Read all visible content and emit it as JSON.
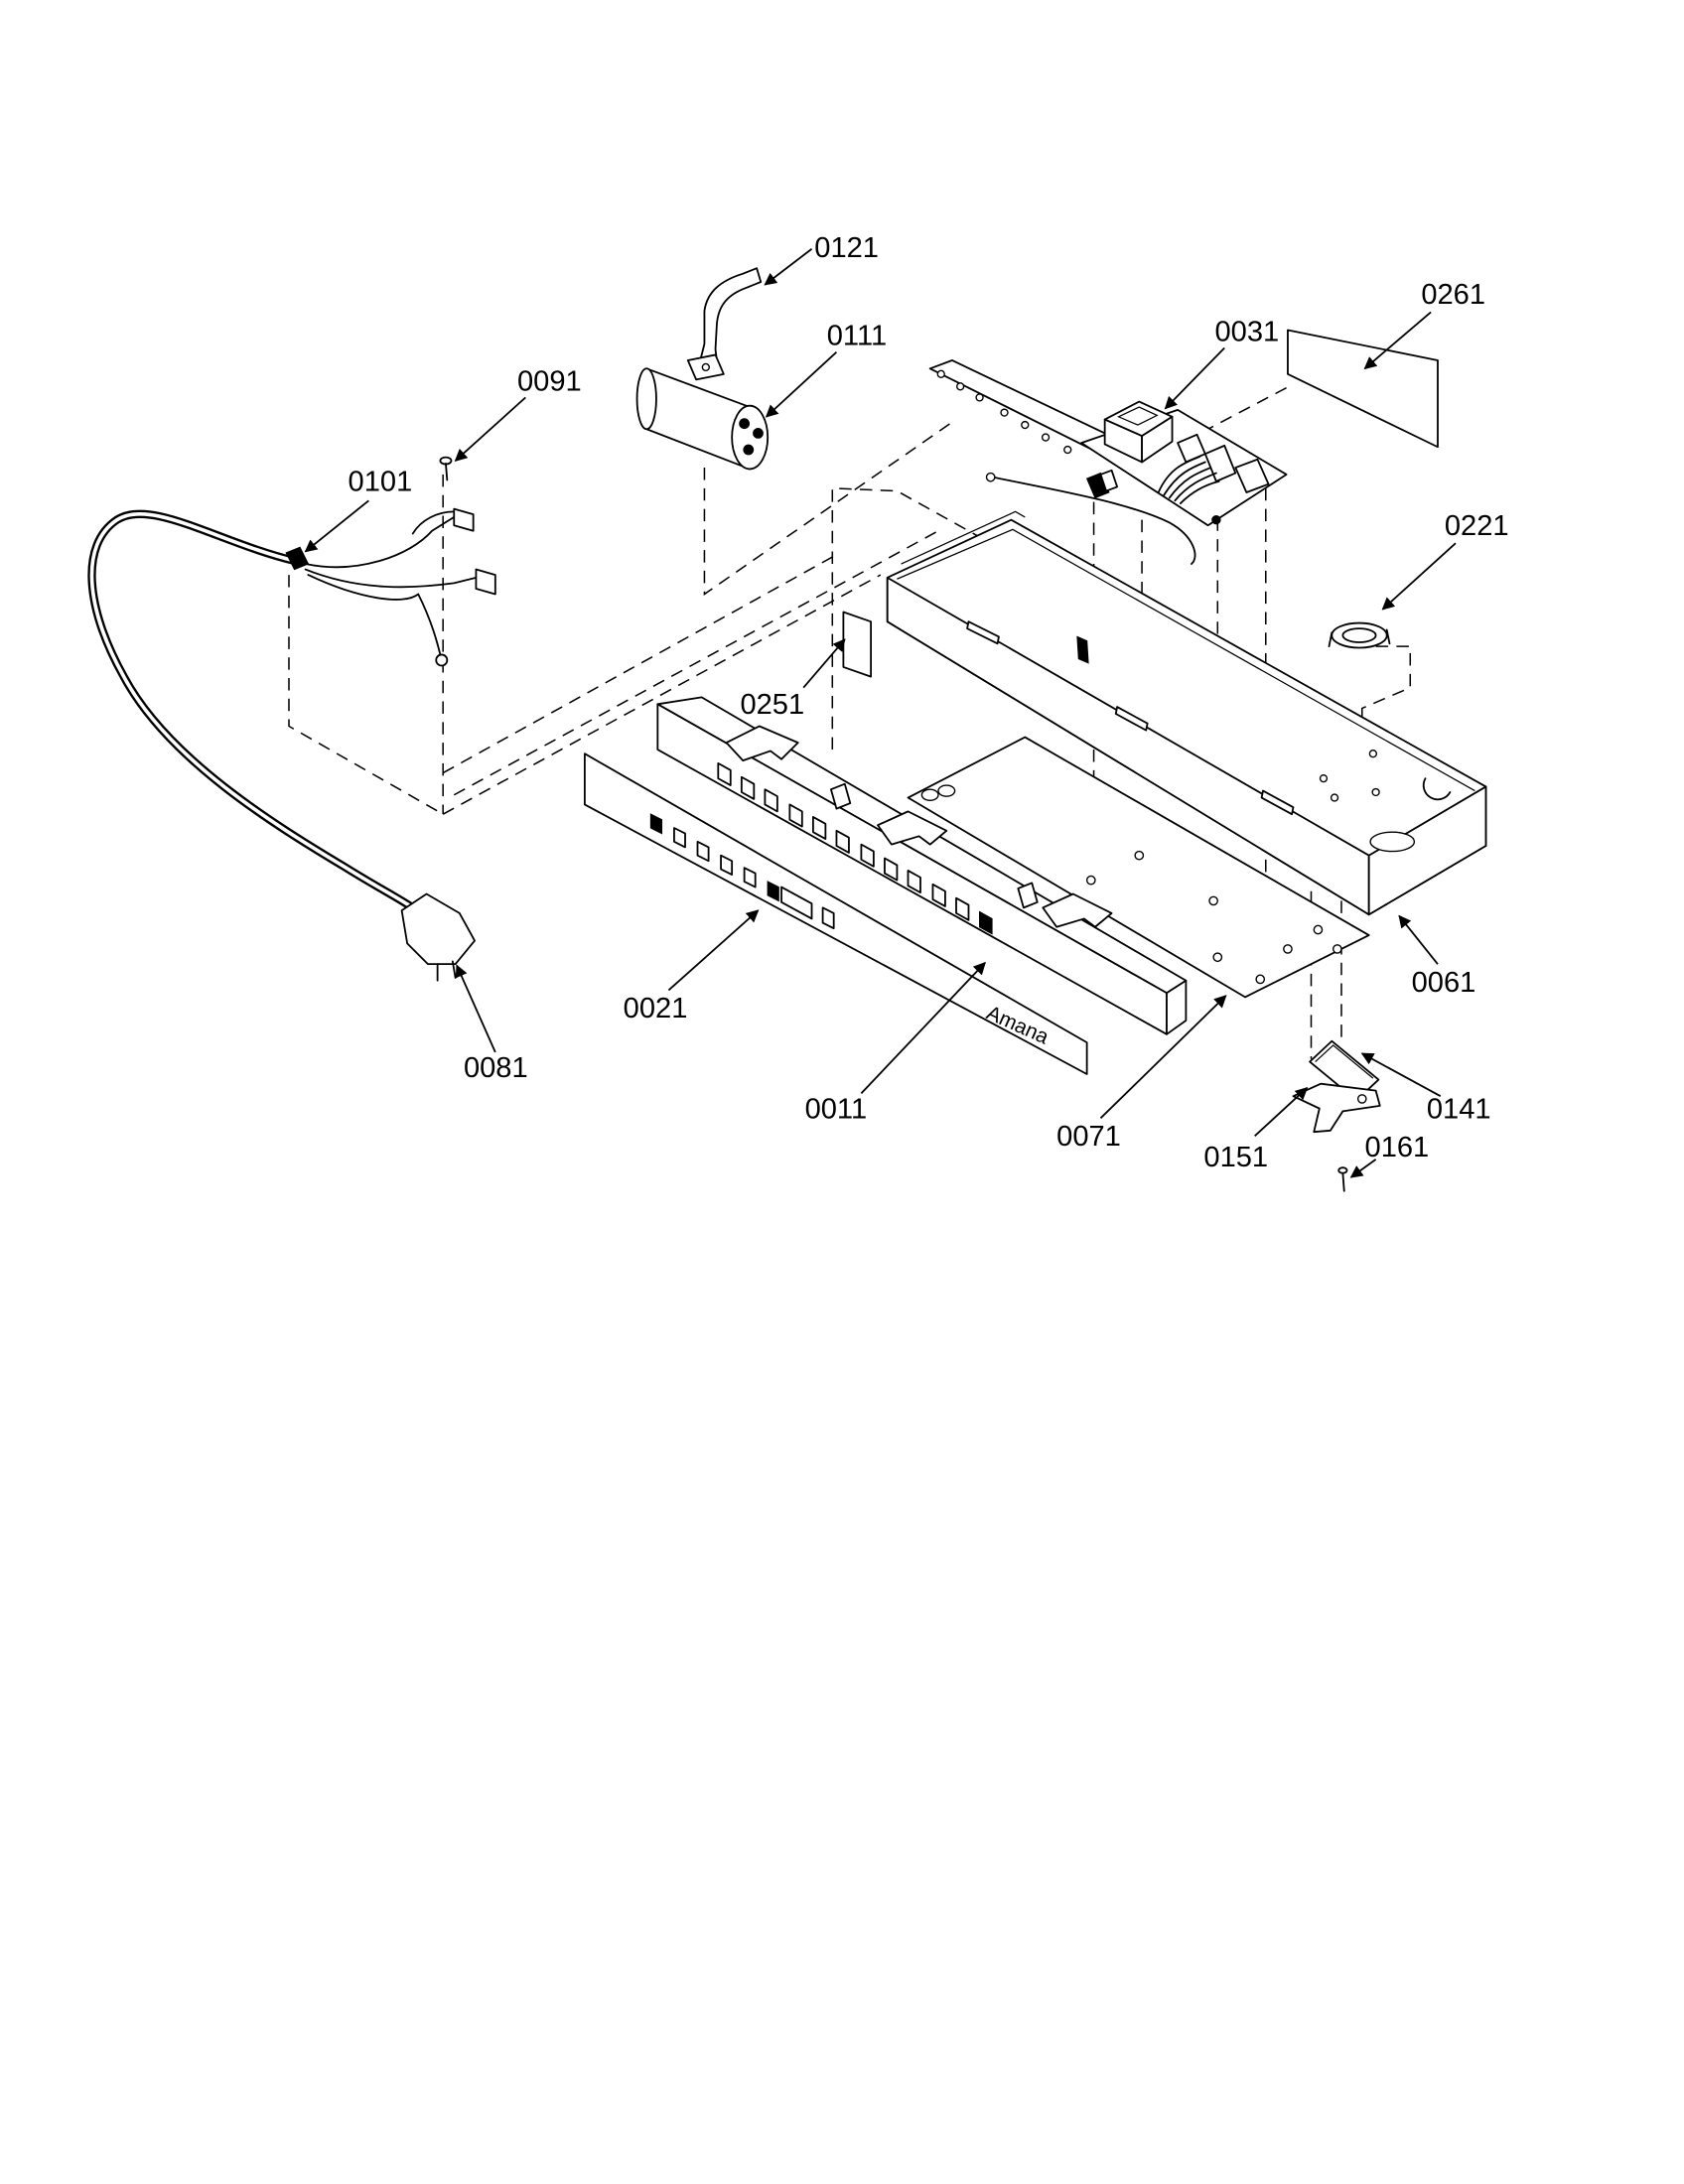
{
  "callouts": {
    "0011": "0011",
    "0021": "0021",
    "0031": "0031",
    "0061": "0061",
    "0071": "0071",
    "0081": "0081",
    "0091": "0091",
    "0101": "0101",
    "0111": "0111",
    "0121": "0121",
    "0141": "0141",
    "0151": "0151",
    "0161": "0161",
    "0221": "0221",
    "0251": "0251",
    "0261": "0261"
  },
  "panel_logo": "Amana",
  "colors": {
    "line": "#000000",
    "background": "#ffffff"
  }
}
